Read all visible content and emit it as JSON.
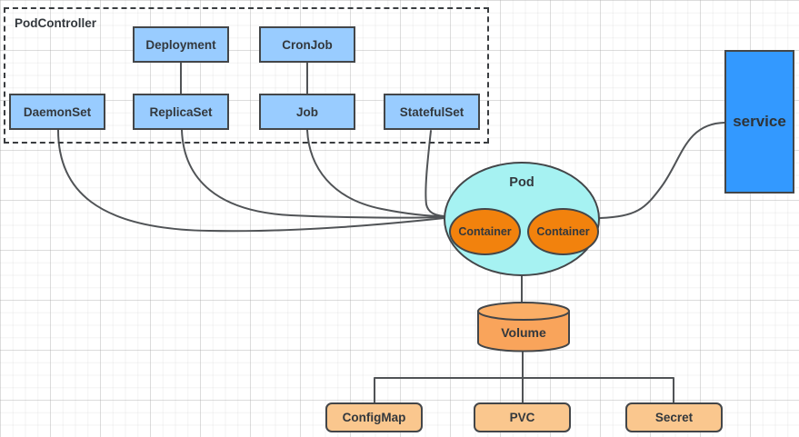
{
  "diagram": {
    "title_note": "Kubernetes Pod relationships diagram",
    "pod_controller": {
      "label": "PodController",
      "nodes": [
        {
          "id": "deployment",
          "label": "Deployment"
        },
        {
          "id": "cronjob",
          "label": "CronJob"
        },
        {
          "id": "daemonset",
          "label": "DaemonSet"
        },
        {
          "id": "replicaset",
          "label": "ReplicaSet"
        },
        {
          "id": "job",
          "label": "Job"
        },
        {
          "id": "statefulset",
          "label": "StatefulSet"
        }
      ]
    },
    "pod": {
      "label": "Pod",
      "containers": [
        "Container",
        "Container"
      ]
    },
    "service": {
      "label": "service"
    },
    "volume": {
      "label": "Volume"
    },
    "storage_nodes": [
      {
        "id": "configmap",
        "label": "ConfigMap"
      },
      {
        "id": "pvc",
        "label": "PVC"
      },
      {
        "id": "secret",
        "label": "Secret"
      }
    ],
    "edges": [
      {
        "from": "Deployment",
        "to": "ReplicaSet"
      },
      {
        "from": "CronJob",
        "to": "Job"
      },
      {
        "from": "DaemonSet",
        "to": "Pod"
      },
      {
        "from": "ReplicaSet",
        "to": "Pod"
      },
      {
        "from": "Job",
        "to": "Pod"
      },
      {
        "from": "StatefulSet",
        "to": "Pod"
      },
      {
        "from": "Pod",
        "to": "service"
      },
      {
        "from": "Pod",
        "to": "Volume"
      },
      {
        "from": "Volume",
        "to": "ConfigMap"
      },
      {
        "from": "Volume",
        "to": "PVC"
      },
      {
        "from": "Volume",
        "to": "Secret"
      }
    ],
    "colors": {
      "controller_node_fill": "#99CCFF",
      "service_fill": "#3399FF",
      "pod_fill": "#A6F2F2",
      "container_fill": "#F2820D",
      "volume_fill": "#F9A45B",
      "volume_top_fill": "#FBAE66",
      "storage_fill": "#FAC78E",
      "node_border": "#434649",
      "edge_stroke": "#505356",
      "text": "#33383D"
    }
  }
}
